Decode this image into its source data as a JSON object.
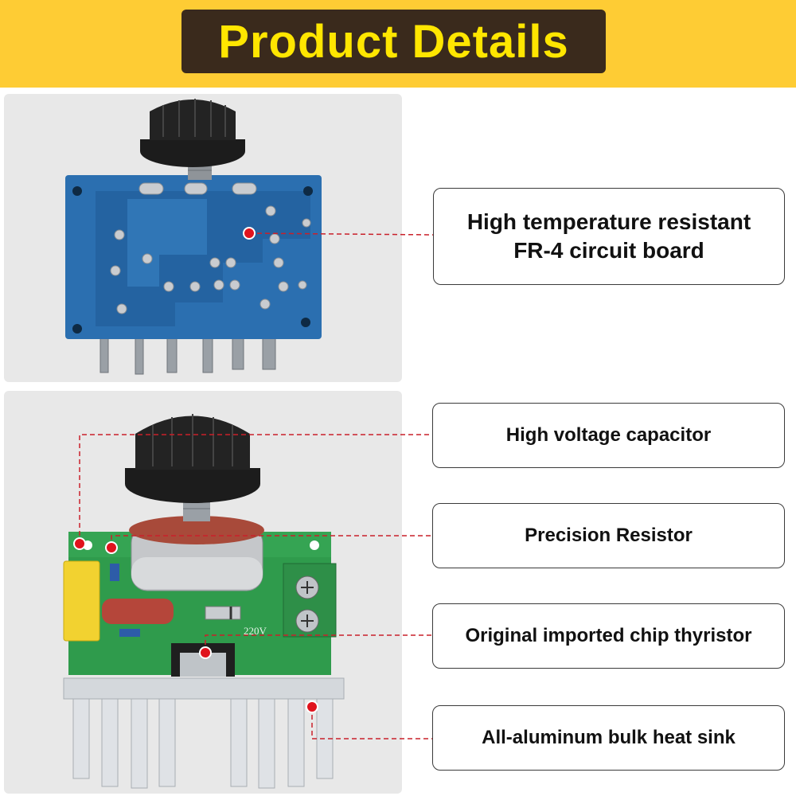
{
  "header": {
    "title": "Product Details"
  },
  "board_top": {
    "label_line1": "High temperature resistant",
    "label_line2": "FR-4 circuit board"
  },
  "features": {
    "capacitor": "High voltage capacitor",
    "resistor": "Precision Resistor",
    "thyristor": "Original imported chip thyristor",
    "heatsink": "All-aluminum bulk heat sink"
  },
  "board_silkscreen": "220V",
  "colors": {
    "banner": "#fecc34",
    "title_bg": "#3a2a1c",
    "title_text": "#ffe600",
    "pcb_blue": "#2b6fb0",
    "pcb_green": "#2f9b4c",
    "marker_red": "#e0131d"
  }
}
